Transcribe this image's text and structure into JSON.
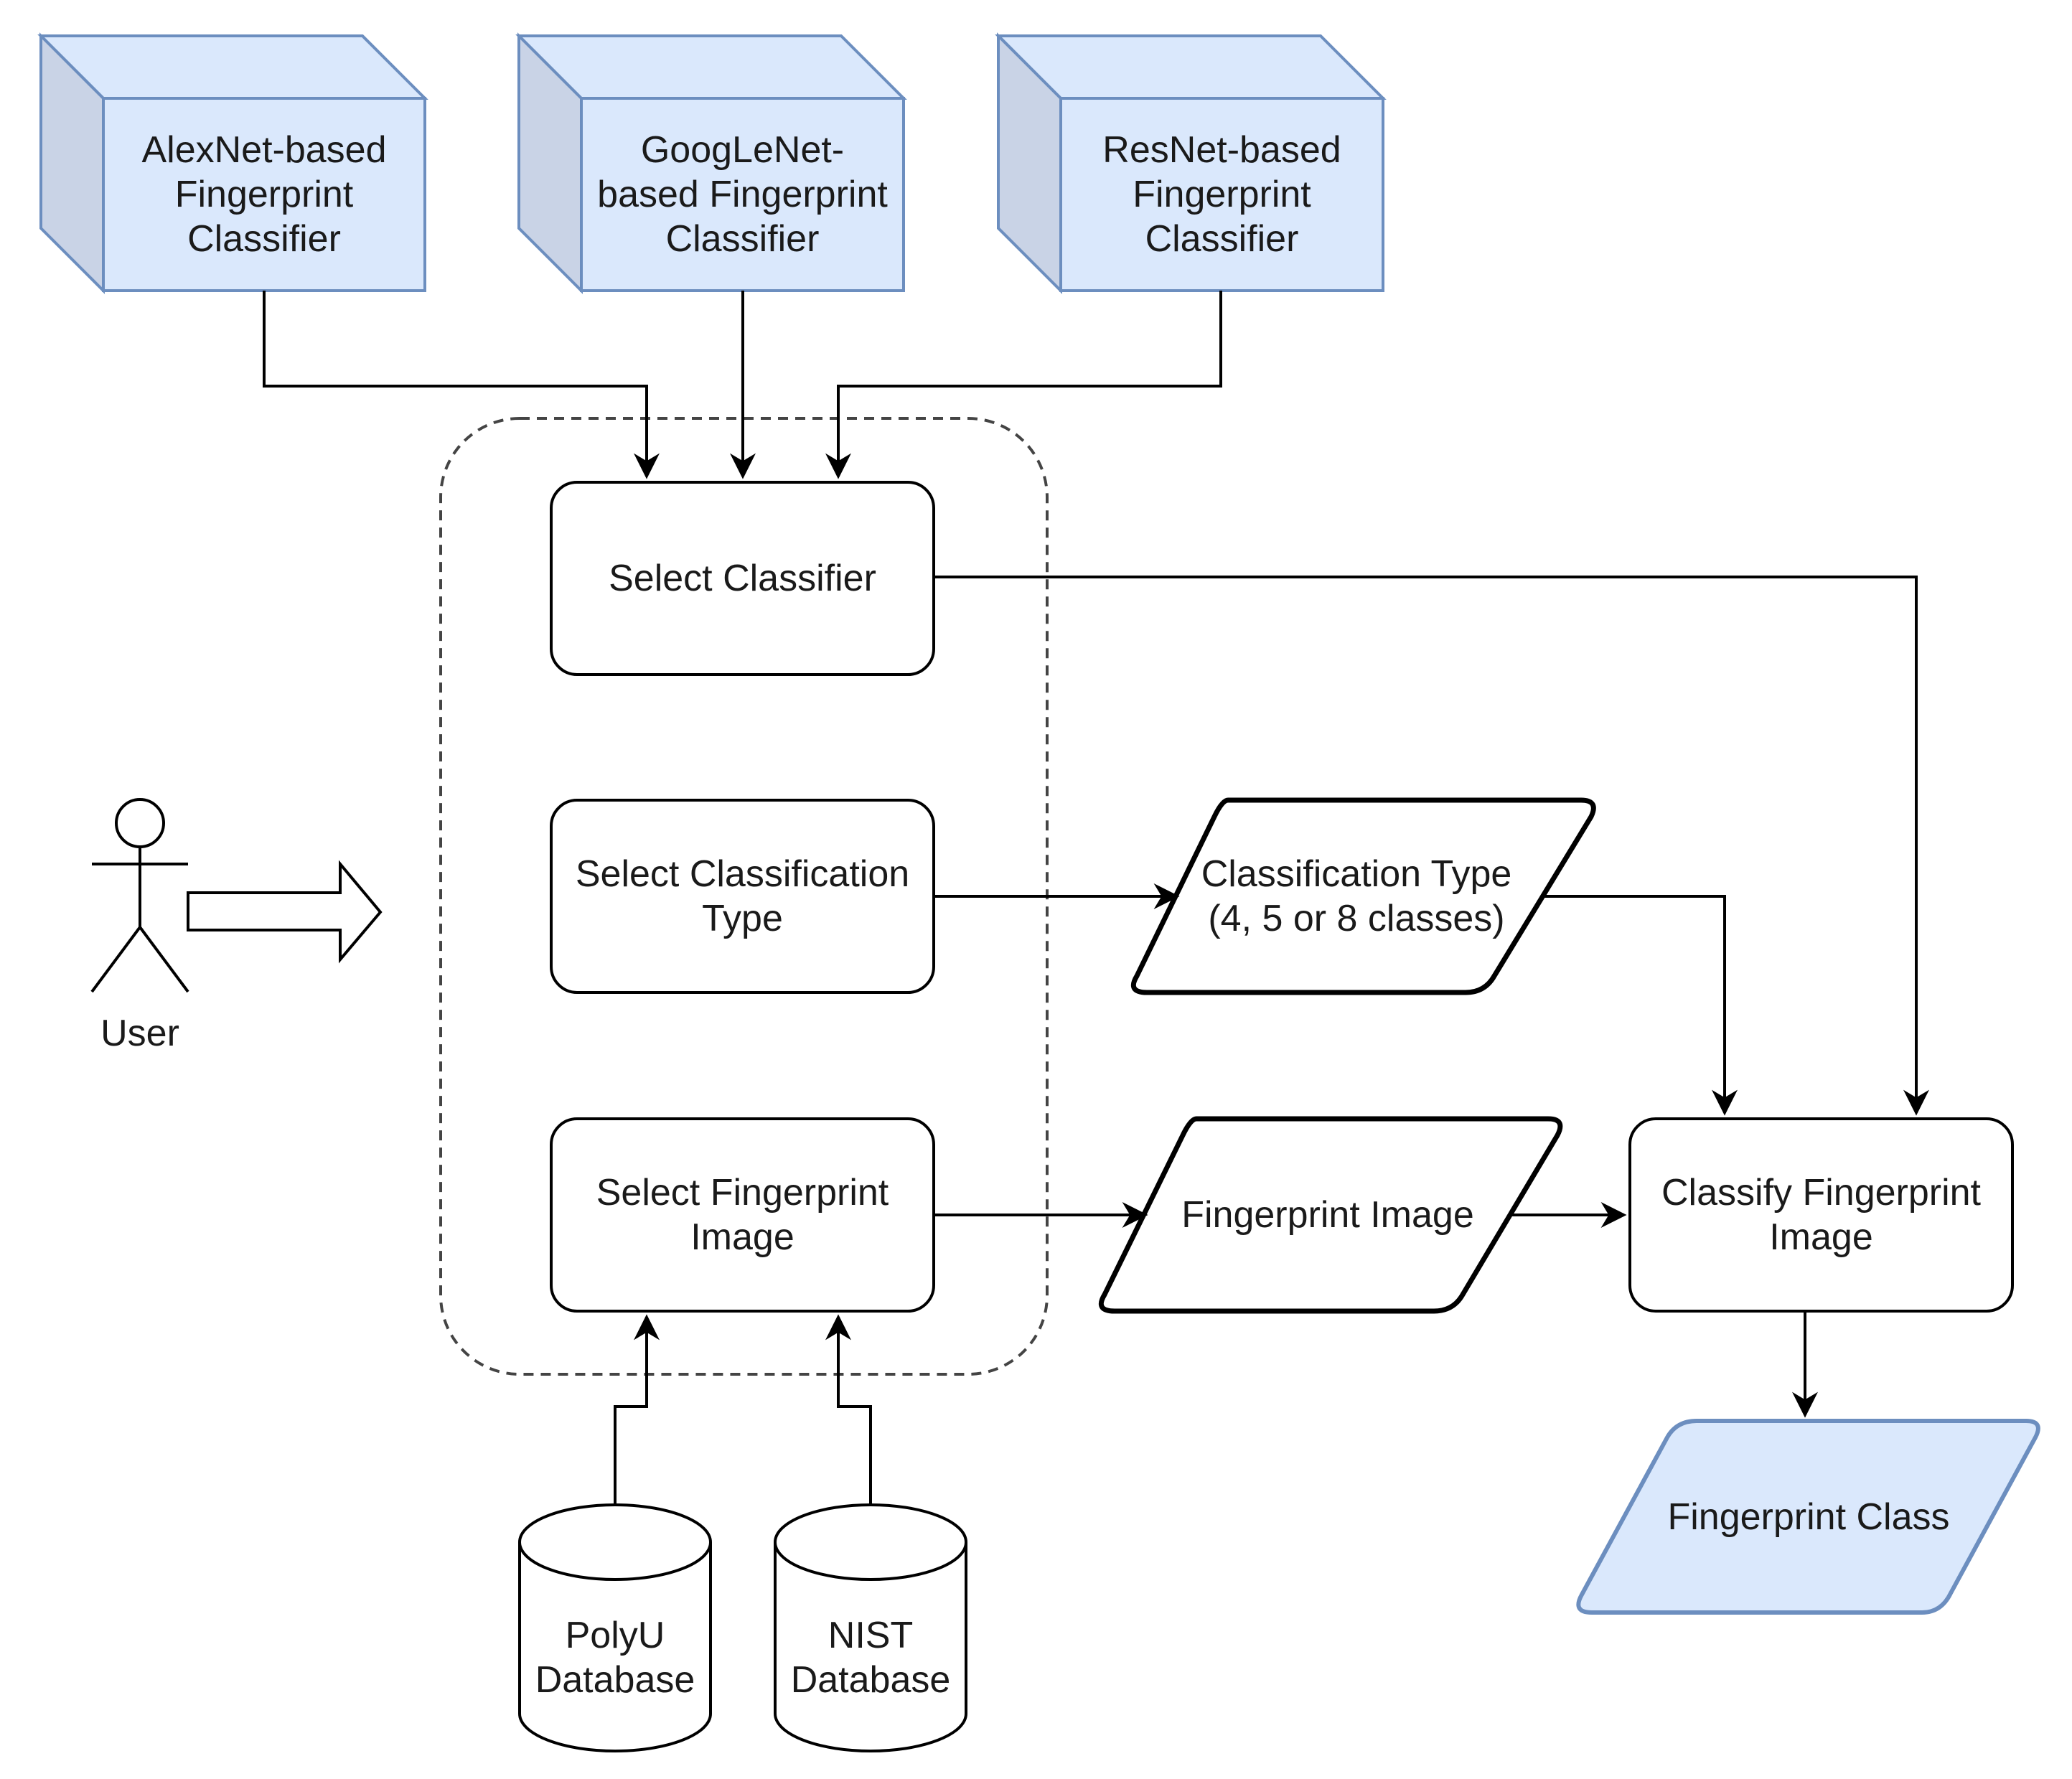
{
  "classifiers": [
    {
      "label": "AlexNet-based\nFingerprint\nClassifier"
    },
    {
      "label": "GoogLeNet-\nbased Fingerprint\nClassifier"
    },
    {
      "label": "ResNet-based\nFingerprint\nClassifier"
    }
  ],
  "steps": {
    "select_classifier": "Select Classifier",
    "select_type": "Select Classification\nType",
    "select_image": "Select Fingerprint\nImage",
    "classify": "Classify Fingerprint\nImage"
  },
  "data_items": {
    "classification_type": "Classification Type\n(4, 5 or 8 classes)",
    "fingerprint_image": "Fingerprint Image",
    "fingerprint_class": "Fingerprint Class"
  },
  "databases": [
    {
      "label": "PolyU\nDatabase"
    },
    {
      "label": "NIST\nDatabase"
    }
  ],
  "actor": {
    "label": "User"
  },
  "colors": {
    "node_fill": "#dae8fc",
    "node_stroke": "#6c8ebf",
    "node_side": "#c9d3e6",
    "line": "#000000"
  }
}
